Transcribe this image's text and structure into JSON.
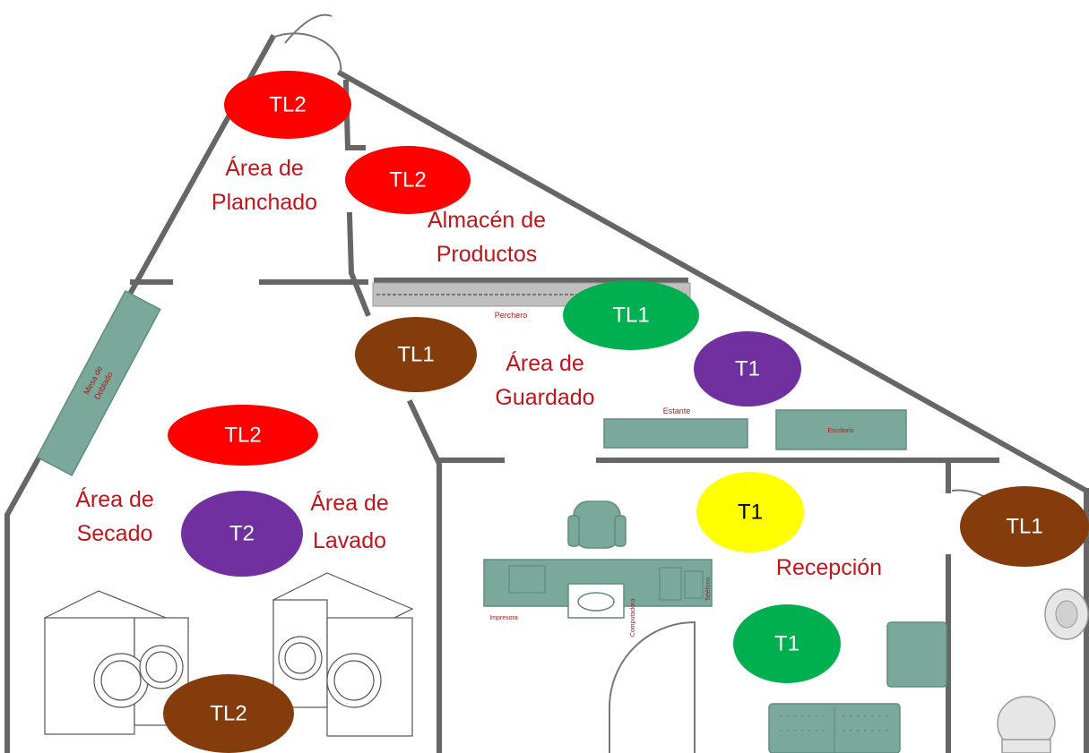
{
  "colors": {
    "red": "#ff0000",
    "green": "#00b050",
    "brown": "#843c0c",
    "purple": "#7030a0",
    "yellow": "#ffff00",
    "label_red": "#c0151b",
    "furniture": "#7aa89b"
  },
  "rooms": {
    "planchado": {
      "line1": "Área de",
      "line2": "Planchado"
    },
    "almacen": {
      "line1": "Almacén de",
      "line2": "Productos"
    },
    "guardado": {
      "line1": "Área de",
      "line2": "Guardado"
    },
    "secado": {
      "line1": "Área de",
      "line2": "Secado"
    },
    "lavado": {
      "line1": "Área de",
      "line2": "Lavado"
    },
    "recepcion": "Recepción"
  },
  "furniture_labels": {
    "mesa_line1": "Mesa de",
    "mesa_line2": "Doblado",
    "perchero": "Perchero",
    "estante": "Estante",
    "escritorio": "Escritorio",
    "impresora": "Impresora",
    "computadora": "Computadora",
    "telefono": "Teléfono"
  },
  "markers": [
    {
      "label": "TL2",
      "color": "red"
    },
    {
      "label": "TL2",
      "color": "red"
    },
    {
      "label": "TL1",
      "color": "green"
    },
    {
      "label": "TL1",
      "color": "brown"
    },
    {
      "label": "T1",
      "color": "purple"
    },
    {
      "label": "TL2",
      "color": "red"
    },
    {
      "label": "T2",
      "color": "purple"
    },
    {
      "label": "T1",
      "color": "yellow"
    },
    {
      "label": "TL1",
      "color": "brown"
    },
    {
      "label": "T1",
      "color": "green"
    },
    {
      "label": "TL2",
      "color": "brown"
    }
  ]
}
